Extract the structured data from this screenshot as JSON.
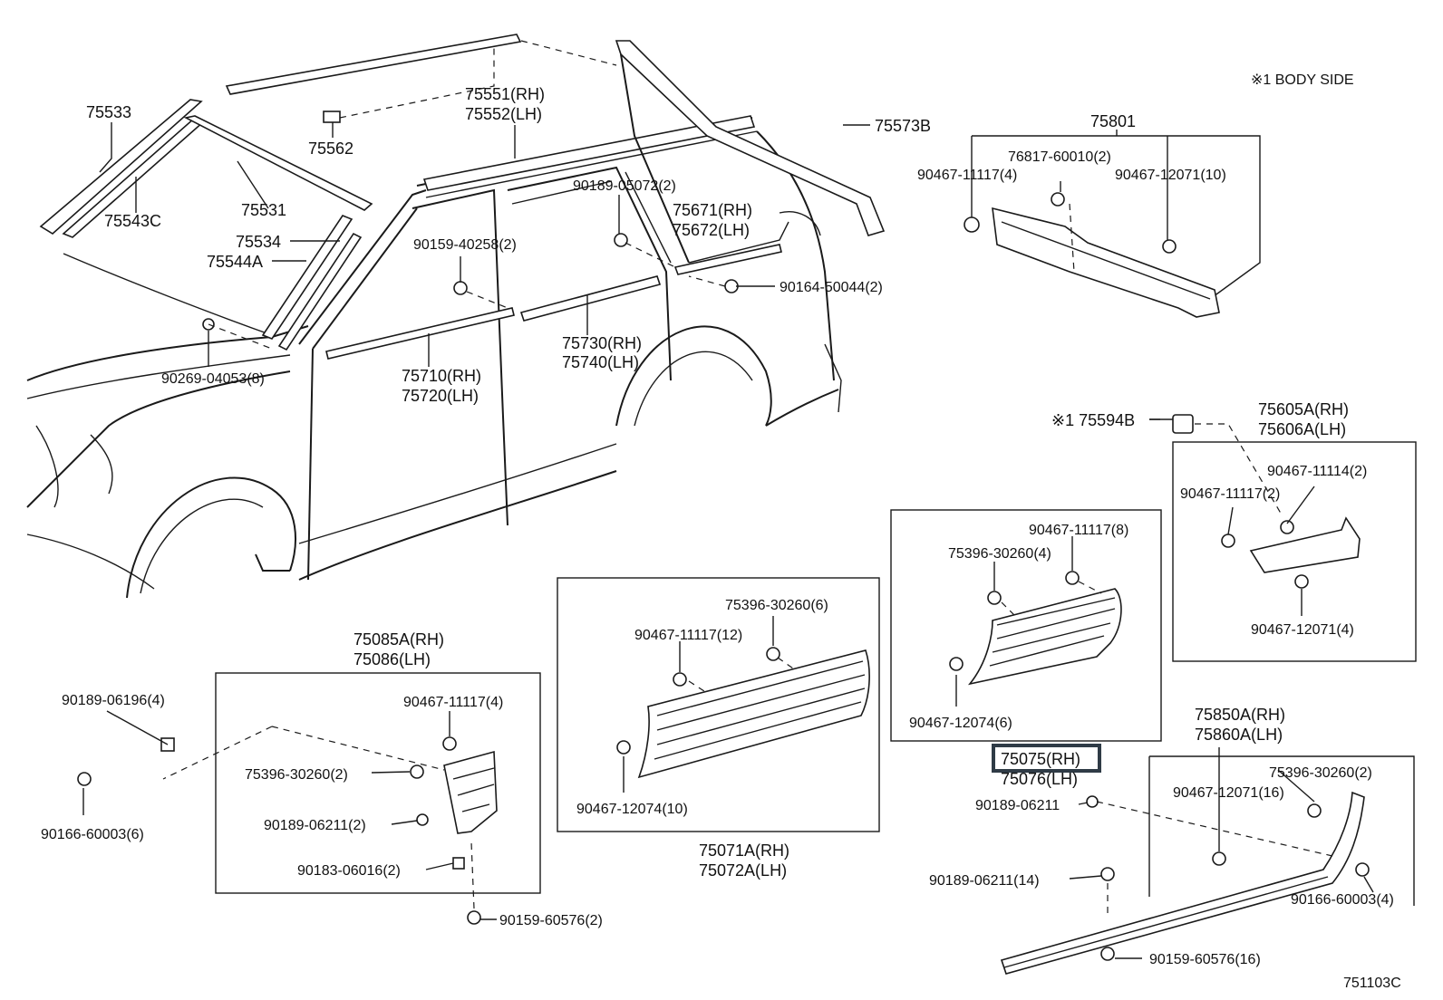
{
  "note": "※1 BODY SIDE",
  "diagram_id": "751103C",
  "labels": {
    "l75533": "75533",
    "l75543c": "75543C",
    "l75531": "75531",
    "l75534": "75534",
    "l75544a": "75544A",
    "l75562": "75562",
    "l75551": "75551(RH)",
    "l75552": "75552(LH)",
    "l75573b": "75573B",
    "l75801": "75801",
    "l76817": "76817-60010(2)",
    "l90467_11117_4a": "90467-11117(4)",
    "l90467_12071_10": "90467-12071(10)",
    "l90189_05072": "90189-05072(2)",
    "l75671": "75671(RH)",
    "l75672": "75672(LH)",
    "l90159_40258": "90159-40258(2)",
    "l90164_50044": "90164-50044(2)",
    "l75730": "75730(RH)",
    "l75740": "75740(LH)",
    "l75710": "75710(RH)",
    "l75720": "75720(LH)",
    "l90269_04053": "90269-04053(8)",
    "l75594b": "※1 75594B",
    "l75605a": "75605A(RH)",
    "l75606a": "75606A(LH)",
    "l90467_11114": "90467-11114(2)",
    "l90467_11117_2": "90467-11117(2)",
    "l90467_12071_4": "90467-12071(4)",
    "l90467_11117_8": "90467-11117(8)",
    "l75396_30260_4": "75396-30260(4)",
    "l90467_12074_6": "90467-12074(6)",
    "l75396_30260_6": "75396-30260(6)",
    "l90467_11117_12": "90467-11117(12)",
    "l90467_12074_10": "90467-12074(10)",
    "l75071a": "75071A(RH)",
    "l75072a": "75072A(LH)",
    "l75085a": "75085A(RH)",
    "l75086": "75086(LH)",
    "l90467_11117_4b": "90467-11117(4)",
    "l75396_30260_2a": "75396-30260(2)",
    "l90189_06211_2": "90189-06211(2)",
    "l90183_06016": "90183-06016(2)",
    "l90159_60576_2": "90159-60576(2)",
    "l90189_06196": "90189-06196(4)",
    "l90166_60003_6": "90166-60003(6)",
    "l75075": "75075(RH)",
    "l75076": "75076(LH)",
    "l90189_06211": "90189-06211",
    "l75850a": "75850A(RH)",
    "l75860a": "75860A(LH)",
    "l90467_12071_16": "90467-12071(16)",
    "l75396_30260_2b": "75396-30260(2)",
    "l90189_06211_14": "90189-06211(14)",
    "l90166_60003_4": "90166-60003(4)",
    "l90159_60576_16": "90159-60576(16)"
  }
}
